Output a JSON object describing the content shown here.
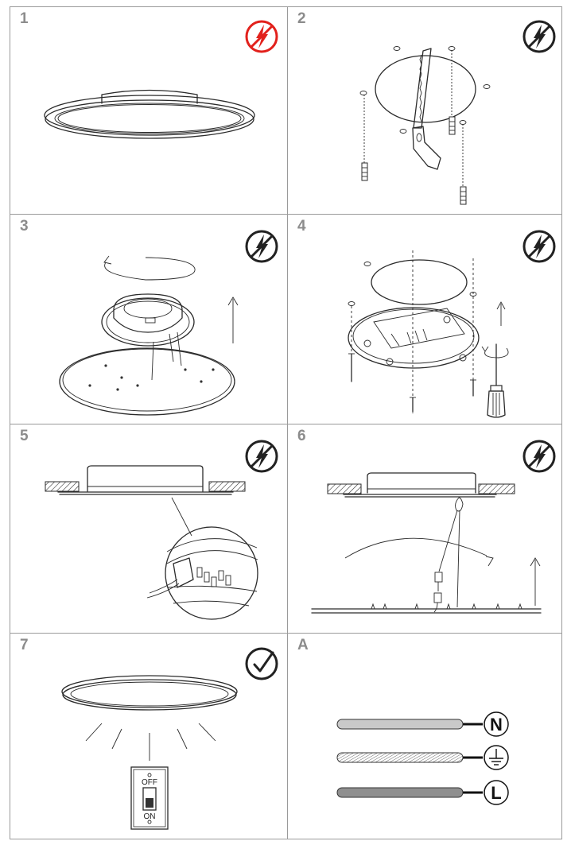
{
  "steps": [
    {
      "label": "1",
      "status": "power-off-warning-icon",
      "status_color": "#e2211c"
    },
    {
      "label": "2",
      "status": "power-off-icon",
      "status_color": "#222222"
    },
    {
      "label": "3",
      "status": "power-off-icon",
      "status_color": "#222222"
    },
    {
      "label": "4",
      "status": "power-off-icon",
      "status_color": "#222222"
    },
    {
      "label": "5",
      "status": "power-off-icon",
      "status_color": "#222222"
    },
    {
      "label": "6",
      "status": "power-off-icon",
      "status_color": "#222222"
    },
    {
      "label": "7",
      "status": "check-circle-icon",
      "status_color": "#222222"
    },
    {
      "label": "A",
      "status": "",
      "status_color": ""
    }
  ],
  "switch": {
    "off_label": "OFF",
    "on_label": "ON"
  },
  "wires": [
    {
      "letter": "N",
      "fill": "#c9c9c9"
    },
    {
      "letter": "",
      "fill": "hatched",
      "icon": "ground-symbol-icon"
    },
    {
      "letter": "L",
      "fill": "#8f8f8f"
    }
  ]
}
